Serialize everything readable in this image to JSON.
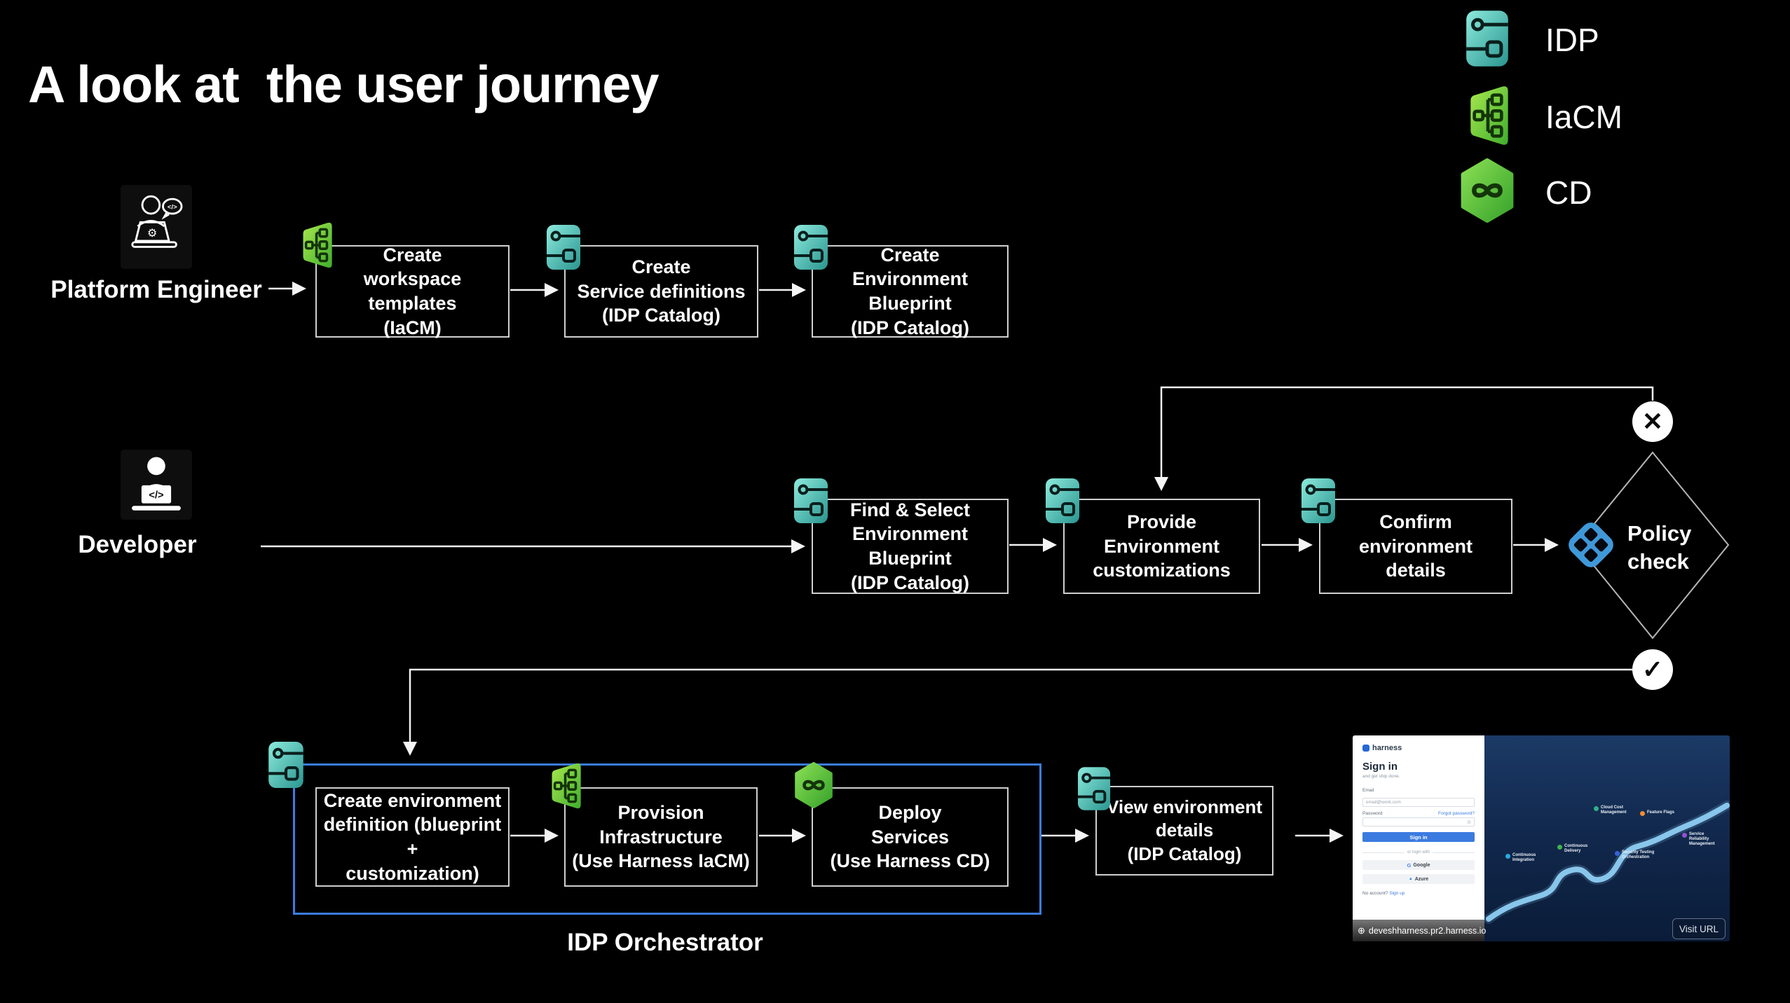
{
  "header": {
    "title": "A look at  the user journey"
  },
  "legend": {
    "items": [
      {
        "icon": "idp-icon",
        "label": "IDP"
      },
      {
        "icon": "iacm-icon",
        "label": "IaCM"
      },
      {
        "icon": "cd-icon",
        "label": "CD"
      }
    ]
  },
  "icons": {
    "fail": "✕",
    "pass": "✓",
    "globe": "⊕",
    "eye": "⊙",
    "google": "G",
    "azure": "▲",
    "code_bubble": "</>",
    "gear": "⚙"
  },
  "flow": {
    "row1": {
      "actor": "Platform Engineer",
      "steps": [
        {
          "label": "Create\nworkspace templates\n(IaCM)",
          "badge": "IaCM"
        },
        {
          "label": "Create\nService definitions\n(IDP Catalog)",
          "badge": "IDP"
        },
        {
          "label": "Create\nEnvironment Blueprint\n(IDP Catalog)",
          "badge": "IDP"
        }
      ]
    },
    "row2": {
      "actor": "Developer",
      "steps": [
        {
          "label": "Find & Select\nEnvironment Blueprint\n(IDP Catalog)",
          "badge": "IDP"
        },
        {
          "label": "Provide\nEnvironment\ncustomizations",
          "badge": "IDP"
        },
        {
          "label": "Confirm environment\ndetails",
          "badge": "IDP"
        }
      ],
      "decision": {
        "label": "Policy\ncheck",
        "fail_icon": "x-circle",
        "pass_icon": "check-circle"
      }
    },
    "row3": {
      "group_label": "IDP Orchestrator",
      "steps": [
        {
          "label": "Create environment\ndefinition (blueprint +\ncustomization)",
          "badge": null
        },
        {
          "label": "Provision\nInfrastructure\n(Use Harness IaCM)",
          "badge": "IaCM"
        },
        {
          "label": "Deploy\nServices\n(Use Harness CD)",
          "badge": "CD"
        }
      ],
      "view_step": {
        "label": "View environment\ndetails\n(IDP Catalog)",
        "badge": "IDP"
      }
    }
  },
  "preview": {
    "signin": {
      "brand": "harness",
      "heading": "Sign in",
      "subtitle": "and get ship done.",
      "email_label": "Email",
      "email_placeholder": "email@work.com",
      "password_label": "Password",
      "forgot_link": "Forgot password?",
      "submit_label": "Sign in",
      "divider": "or login with",
      "google_label": "Google",
      "azure_label": "Azure",
      "no_account": "No account?",
      "signup_link": "Sign up"
    },
    "modules": [
      {
        "label": "Continuous Integration",
        "color": "#29a9e0"
      },
      {
        "label": "Continuous Delivery",
        "color": "#42b44a"
      },
      {
        "label": "Cloud Cost Management",
        "color": "#2fb08a"
      },
      {
        "label": "Feature Flags",
        "color": "#ef8f2f"
      },
      {
        "label": "Security Testing Orchestration",
        "color": "#3462d8"
      },
      {
        "label": "Service Reliability Management",
        "color": "#9353cf"
      }
    ],
    "url": "deveshharness.pr2.harness.io",
    "visit_button": "Visit URL"
  },
  "colors": {
    "background": "#000000",
    "box_border": "#cfcfcf",
    "orchestrator_border": "#3b7de0",
    "idp_teal": "#49c0b4",
    "iacm_green": "#62c23c",
    "cd_green": "#55b83e",
    "policy_blue": "#3f98d8",
    "signin_button_blue": "#3b7be0",
    "preview_navy": "#132c52",
    "road_blue": "#8ecdf2"
  }
}
